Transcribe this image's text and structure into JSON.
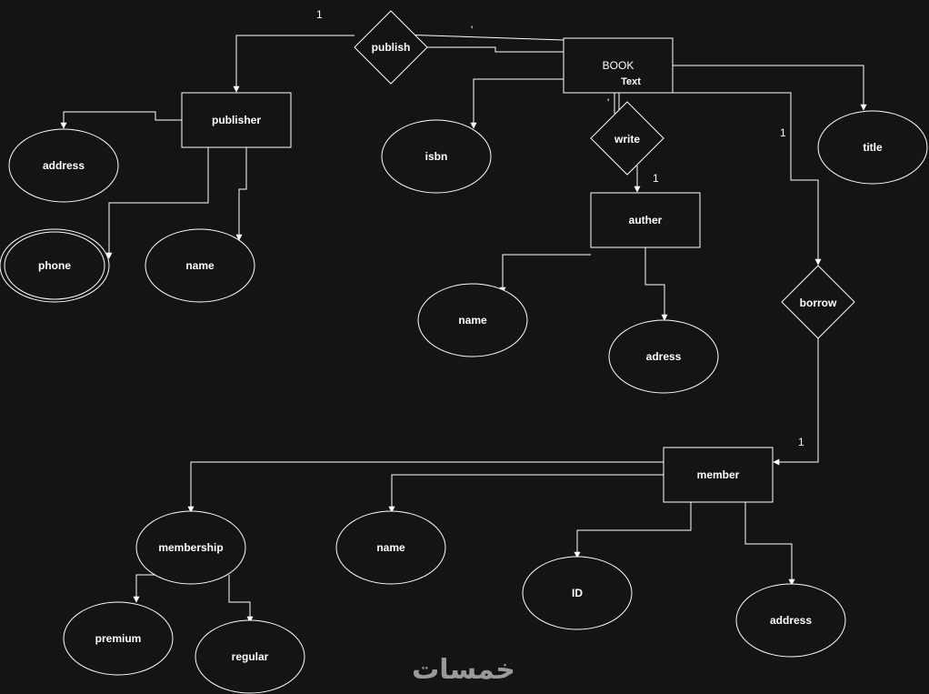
{
  "diagram": {
    "entities": {
      "book": "BOOK",
      "publisher": "publisher",
      "auther": "auther",
      "member": "member"
    },
    "book_text_tag": "Text",
    "relationships": {
      "publish": "publish",
      "write": "write",
      "borrow": "borrow"
    },
    "attributes": {
      "publisher_address": "address",
      "publisher_phone": "phone",
      "publisher_name": "name",
      "book_isbn": "isbn",
      "book_title": "title",
      "auther_name": "name",
      "auther_adress": "adress",
      "member_membership": "membership",
      "member_name": "name",
      "member_id": "ID",
      "member_address": "address",
      "membership_premium": "premium",
      "membership_regular": "regular"
    },
    "cardinalities": {
      "publish_left": "1",
      "publish_right": "'",
      "write_top": "'",
      "write_bottom": "1",
      "borrow_top": "1",
      "borrow_bottom": "1"
    },
    "colors": {
      "background": "#141414",
      "stroke": "#ffffff",
      "text": "#ffffff"
    }
  },
  "watermark": "خمسات"
}
